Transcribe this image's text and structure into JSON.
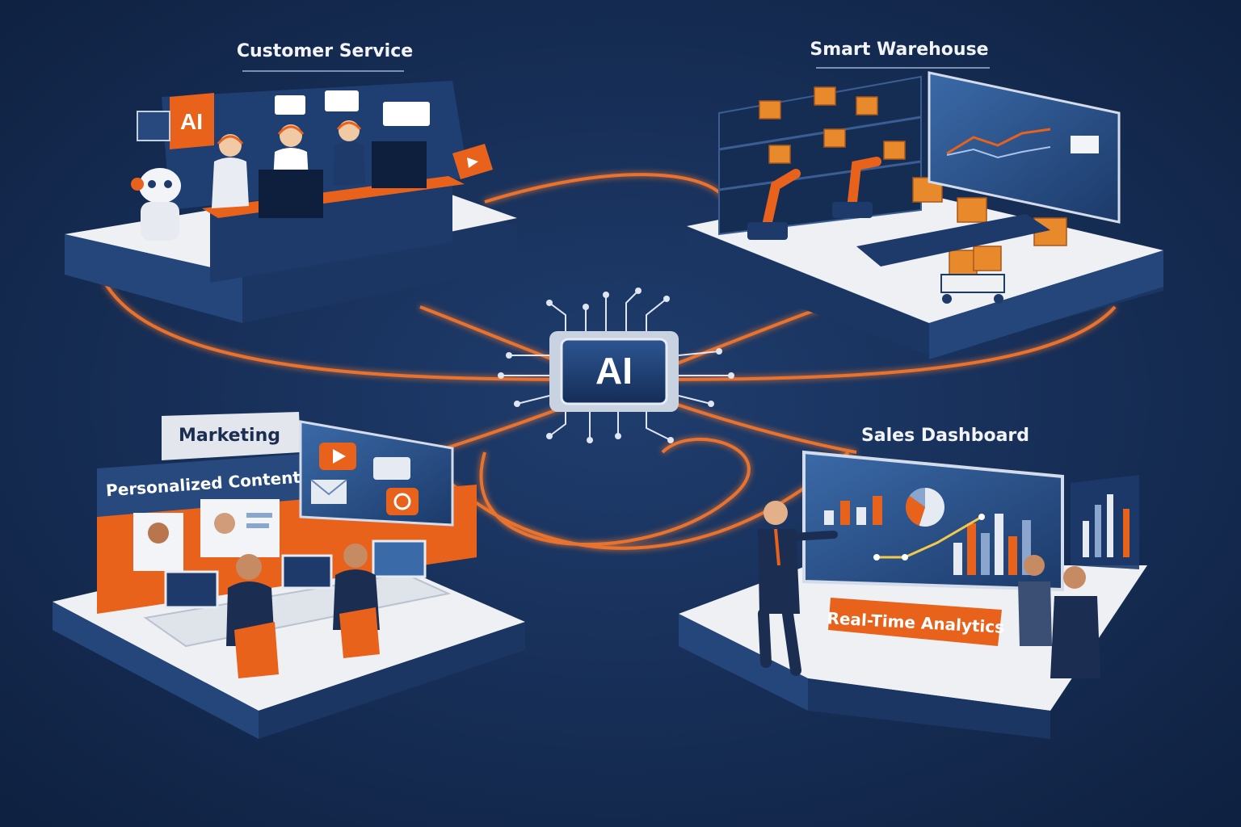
{
  "hub": {
    "label": "AI"
  },
  "quadrants": {
    "customer_service": {
      "title": "Customer Service",
      "sign": "AI"
    },
    "smart_warehouse": {
      "title": "Smart Warehouse"
    },
    "marketing": {
      "title": "Marketing",
      "banner": "Personalized Content"
    },
    "sales_dashboard": {
      "title": "Sales Dashboard",
      "banner": "Real-Time Analytics",
      "bars": [
        0.45,
        0.75,
        0.55,
        0.9
      ],
      "bars_right": [
        0.5,
        0.8,
        0.65,
        0.95,
        0.6,
        0.85
      ],
      "pie": [
        0.55,
        0.3,
        0.15
      ]
    }
  },
  "colors": {
    "background": "#13284a",
    "accent": "#e8621c",
    "navy": "#1d3a6b",
    "platform": "#eef0f4",
    "glow": "#ff7a2a"
  }
}
